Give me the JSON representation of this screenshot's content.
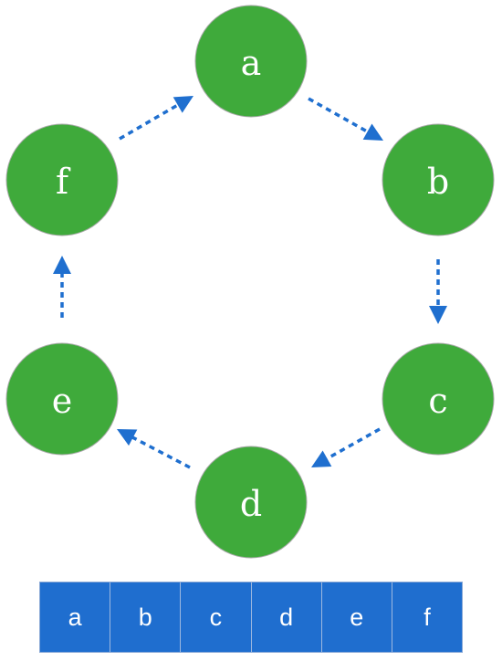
{
  "colors": {
    "node_fill": "#3faa3b",
    "arrow": "#1f6fcf",
    "array_fill": "#1f6ecf"
  },
  "nodes": [
    {
      "id": "a",
      "label": "a"
    },
    {
      "id": "b",
      "label": "b"
    },
    {
      "id": "c",
      "label": "c"
    },
    {
      "id": "d",
      "label": "d"
    },
    {
      "id": "e",
      "label": "e"
    },
    {
      "id": "f",
      "label": "f"
    }
  ],
  "edges": [
    {
      "from": "a",
      "to": "b"
    },
    {
      "from": "b",
      "to": "c"
    },
    {
      "from": "c",
      "to": "d"
    },
    {
      "from": "d",
      "to": "e"
    },
    {
      "from": "e",
      "to": "f"
    },
    {
      "from": "f",
      "to": "a"
    }
  ],
  "array": {
    "cells": [
      "a",
      "b",
      "c",
      "d",
      "e",
      "f"
    ]
  }
}
